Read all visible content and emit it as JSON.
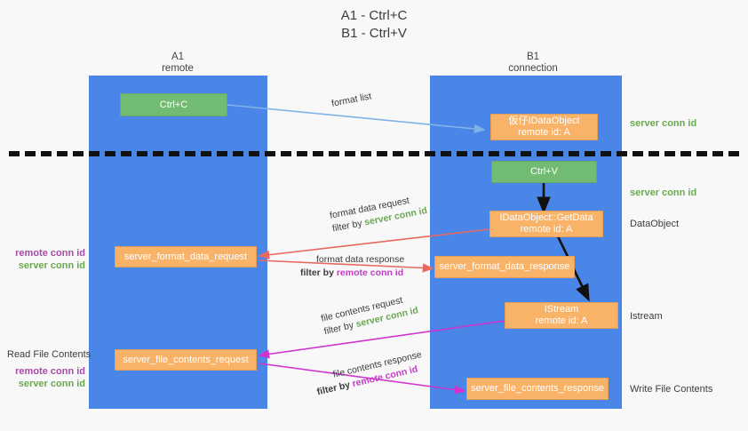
{
  "title": {
    "line1": "A1 - Ctrl+C",
    "line2": "B1 - Ctrl+V"
  },
  "lanes": [
    {
      "id": "a1",
      "name": "A1",
      "role": "remote"
    },
    {
      "id": "b1",
      "name": "B1",
      "role": "connection"
    }
  ],
  "nodes": {
    "ctrl_c": {
      "line1": "Ctrl+C",
      "line2": ""
    },
    "data_object_remote": {
      "line1": "仮仔IDataObject",
      "line2": "remote id: A"
    },
    "ctrl_v": {
      "line1": "Ctrl+V",
      "line2": ""
    },
    "get_data": {
      "line1": "IDataObject::GetData",
      "line2": "remote id: A"
    },
    "server_format_data_request": {
      "line1": "server_format_data_request",
      "line2": ""
    },
    "server_format_data_response": {
      "line1": "server_format_data_response",
      "line2": ""
    },
    "istream": {
      "line1": "IStream",
      "line2": "remote id: A"
    },
    "server_file_contents_request": {
      "line1": "server_file_contents_request",
      "line2": ""
    },
    "server_file_contents_response": {
      "line1": "server_file_contents_response",
      "line2": ""
    }
  },
  "edge_labels": {
    "format_list": "format list",
    "format_data_request": "format data request",
    "format_data_request_filter_prefix": "filter by ",
    "format_data_request_filter_key": "server conn id",
    "format_data_response": "format data response",
    "format_data_response_filter_prefix": "filter by ",
    "format_data_response_filter_key": "remote conn id",
    "file_contents_request": "file contents request",
    "file_contents_request_filter_prefix": "filter by ",
    "file_contents_request_filter_key": "server conn id",
    "file_contents_response": "file contents response",
    "file_contents_response_filter_prefix": "filter by ",
    "file_contents_response_filter_key": "remote conn id"
  },
  "side_labels": {
    "server_conn_id_top": "server conn id",
    "server_conn_id_mid": "server conn id",
    "data_object": "DataObject",
    "istream": "Istream",
    "write_file_contents": "Write File Contents",
    "read_file_contents": "Read File Contents"
  },
  "left_stacks": {
    "middle": {
      "remote": "remote conn id",
      "server": "server conn id"
    },
    "bottom": {
      "remote": "remote conn id",
      "server": "server conn id"
    }
  },
  "colors": {
    "lane": "#4a86e8",
    "green_node": "#72bb72",
    "orange_node": "#f9b368",
    "green_text": "#6aa84f",
    "purple_text": "#a64ca6",
    "magenta_arrow": "#cf34cf",
    "red_arrow": "#e8695f",
    "blue_arrow": "#7fb3e8",
    "black_arrow": "#111111",
    "background": "#f8f8f8"
  }
}
